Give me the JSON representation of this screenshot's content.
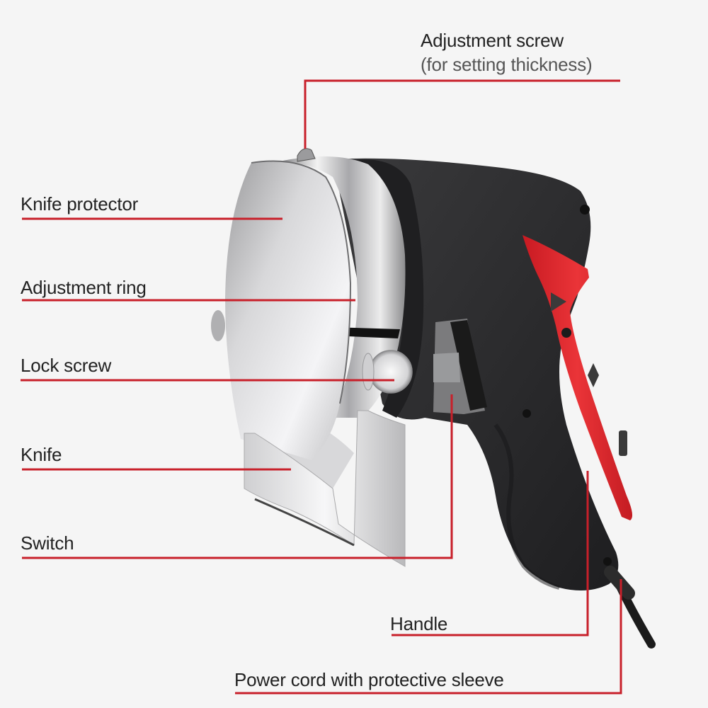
{
  "diagram": {
    "subject": "Electric kebab / doner knife with labeled parts",
    "line_color": "#c8202a",
    "background": "#f5f5f5",
    "accent_red": "#e2262b",
    "body_black": "#2a2a2a"
  },
  "labels": {
    "adjustment_screw": {
      "title": "Adjustment screw",
      "subtitle": "(for setting thickness)"
    },
    "knife_protector": "Knife protector",
    "adjustment_ring": "Adjustment ring",
    "lock_screw": "Lock screw",
    "knife": "Knife",
    "switch": "Switch",
    "handle": "Handle",
    "power_cord": "Power cord with protective sleeve"
  }
}
